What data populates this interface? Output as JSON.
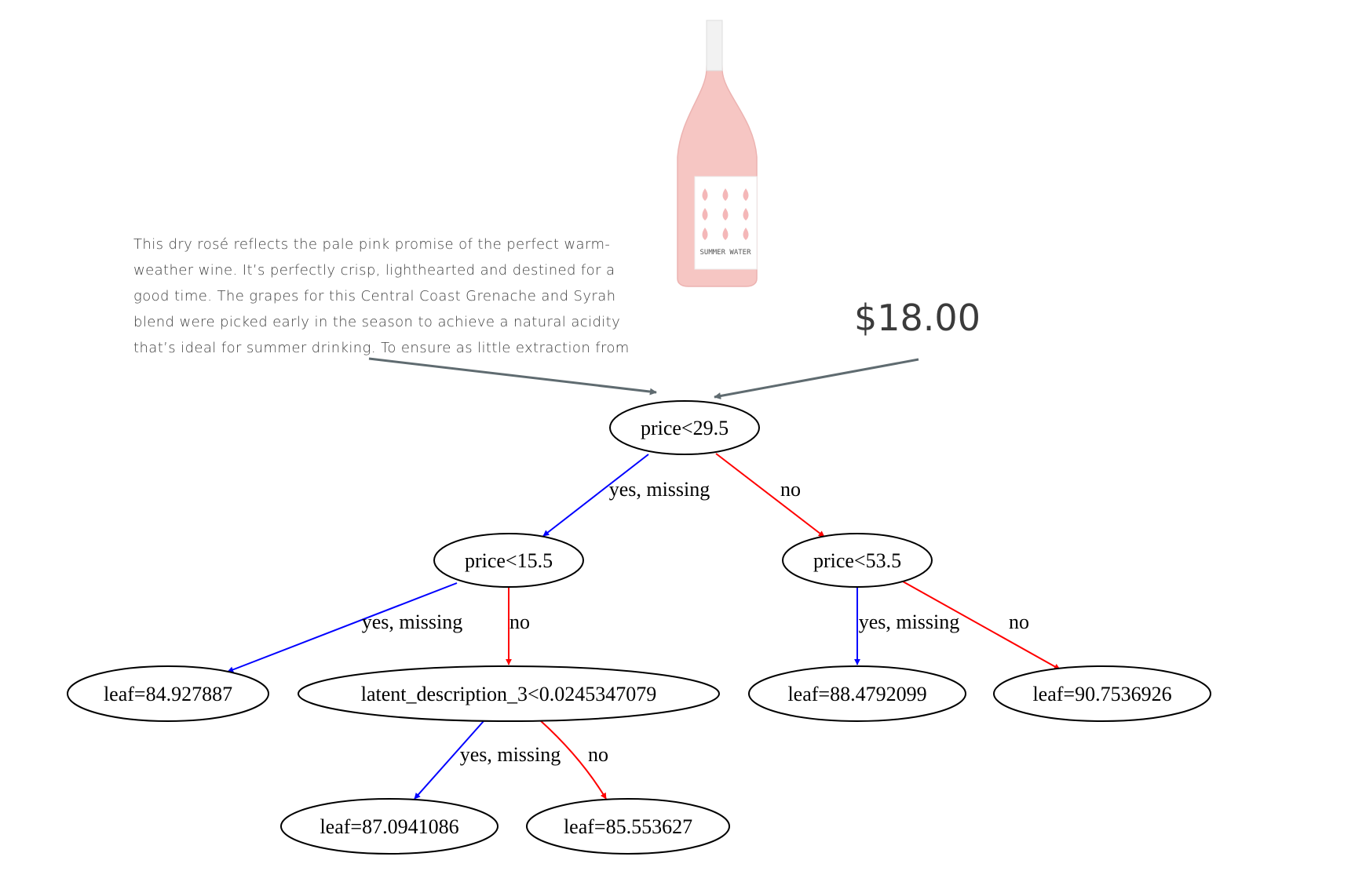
{
  "product": {
    "label_text": "SUMMER WATER",
    "price": "$18.00",
    "description_lines": [
      "This dry rosé reflects the pale pink promise of the perfect warm-",
      "weather wine. It’s perfectly crisp, lighthearted and destined for a",
      "good time. The grapes for this Central Coast Grenache and Syrah",
      "blend were picked early in the season to achieve a natural acidity",
      "that’s ideal for summer drinking. To ensure as little extraction from"
    ]
  },
  "colors": {
    "yes_edge": "#0000ff",
    "no_edge": "#ff0000",
    "input_arrow": "#5f6b70",
    "bottle": "#f6c6c3",
    "drop": "#f4b7b8"
  },
  "tree": {
    "nodes": [
      {
        "id": "n0",
        "label": "price<29.5"
      },
      {
        "id": "n1",
        "label": "price<15.5"
      },
      {
        "id": "n2",
        "label": "price<53.5"
      },
      {
        "id": "n3",
        "label": "leaf=84.927887"
      },
      {
        "id": "n4",
        "label": "latent_description_3<0.0245347079"
      },
      {
        "id": "n5",
        "label": "leaf=88.4792099"
      },
      {
        "id": "n6",
        "label": "leaf=90.7536926"
      },
      {
        "id": "n7",
        "label": "leaf=87.0941086"
      },
      {
        "id": "n8",
        "label": "leaf=85.553627"
      }
    ],
    "edges": [
      {
        "from": "n0",
        "to": "n1",
        "label": "yes, missing",
        "kind": "yes"
      },
      {
        "from": "n0",
        "to": "n2",
        "label": "no",
        "kind": "no"
      },
      {
        "from": "n1",
        "to": "n3",
        "label": "yes, missing",
        "kind": "yes"
      },
      {
        "from": "n1",
        "to": "n4",
        "label": "no",
        "kind": "no"
      },
      {
        "from": "n2",
        "to": "n5",
        "label": "yes, missing",
        "kind": "yes"
      },
      {
        "from": "n2",
        "to": "n6",
        "label": "no",
        "kind": "no"
      },
      {
        "from": "n4",
        "to": "n7",
        "label": "yes, missing",
        "kind": "yes"
      },
      {
        "from": "n4",
        "to": "n8",
        "label": "no",
        "kind": "no"
      }
    ]
  }
}
